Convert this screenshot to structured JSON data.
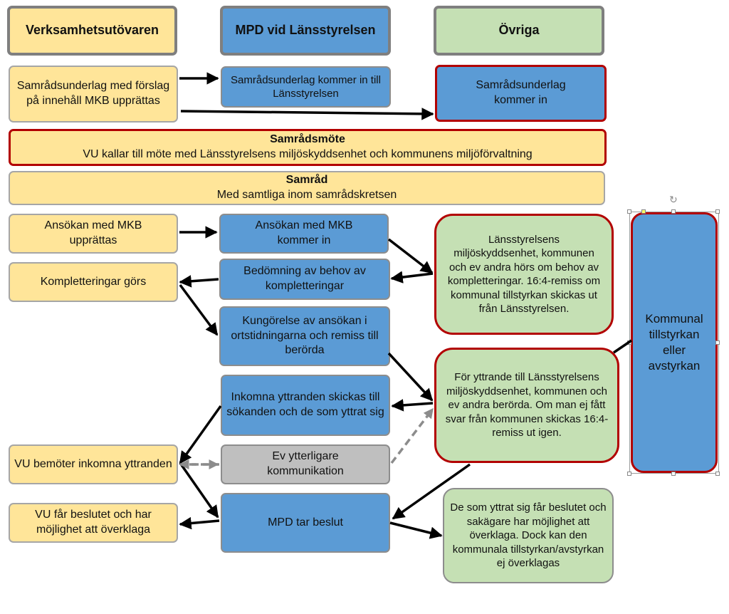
{
  "headers": {
    "col1": "Verksamhetsutövaren",
    "col2": "MPD vid Länsstyrelsen",
    "col3": "Övriga"
  },
  "boxes": {
    "samradsunderlag_upprattas": "Samrådsunderlag med förslag på innehåll MKB upprättas",
    "samradsunderlag_lst": "Samrådsunderlag kommer in till Länsstyrelsen",
    "samradsunderlag_ovriga": "Samrådsunderlag kommer in",
    "samradsmote_title": "Samrådsmöte",
    "samradsmote_text": "VU kallar till möte med Länsstyrelsens miljöskyddsenhet och kommunens miljöförvaltning",
    "samrad_title": "Samråd",
    "samrad_text": "Med samtliga inom samrådskretsen",
    "ansokan_upprattas": "Ansökan med MKB upprättas",
    "ansokan_kommer_in": "Ansökan med MKB kommer in",
    "kompletteringar_gors": "Kompletteringar görs",
    "bedomning": "Bedömning av behov av kompletteringar",
    "horas_om_behov": "Länsstyrelsens miljöskyddsenhet, kommunen och ev andra hörs om behov av kompletteringar. 16:4-remiss om kommunal tillstyrkan skickas ut från Länsstyrelsen.",
    "kungorelse": "Kungörelse av ansökan i ortstidningarna och remiss till berörda",
    "for_yttrande": "För yttrande till Länsstyrelsens miljöskyddsenhet, kommunen och ev andra berörda. Om man ej fått svar från kommunen skickas 16:4-remiss ut igen.",
    "inkomna_yttranden": "Inkomna yttranden skickas till sökanden och de som yttrat sig",
    "vu_bemoter": "VU bemöter inkomna yttranden",
    "ev_kommunikation": "Ev ytterligare kommunikation",
    "vu_far_beslutet": "VU får beslutet och har möjlighet att överklaga",
    "mpd_beslut": "MPD tar beslut",
    "de_som_yttrat": "De som yttrat sig får beslutet och sakägare har möjlighet att överklaga. Dock kan den kommunala tillstyrkan/avstyrkan ej överklagas",
    "kommunal_tillstyrkan": "Kommunal tillstyrkan eller avstyrkan"
  },
  "colors": {
    "yellow": "#ffe599",
    "blue": "#5b9bd5",
    "green": "#c5e0b4",
    "grey": "#bfbfbf",
    "red_border": "#b20000",
    "arrow": "#000000",
    "dashed_arrow": "#8c8c8c"
  }
}
